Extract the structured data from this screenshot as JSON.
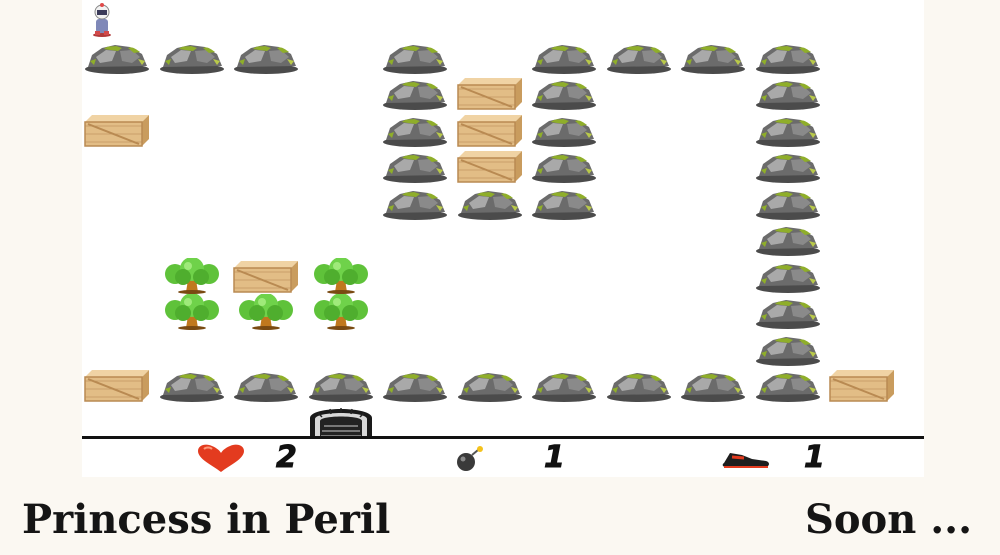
{
  "game": {
    "title": "Princess in Peril",
    "status": "Soon ..."
  },
  "hud": {
    "lives": "2",
    "bombs": "1",
    "speed": "1",
    "lives_icon": "heart-icon",
    "bombs_icon": "bomb-icon",
    "speed_icon": "shoe-icon"
  },
  "colors": {
    "heart": "#e33b1f",
    "rock": "#6b6b6b",
    "moss": "#8fae2a",
    "crate": "#e2bd86",
    "tree_leaf": "#5fc23a",
    "tree_trunk": "#c0781e"
  },
  "map": {
    "rows": [
      "P..........",
      "RRR.R.RRRR.",
      "....RCR..R.",
      "C...RCR..R.",
      "....RCR..R.",
      "....RRR..R.",
      ".........R.",
      ".TCT.....R.",
      ".TTT.....R.",
      ".........R.",
      "CRRRRRRRRRC",
      "...D......."
    ],
    "legend": {
      "R": "rock",
      "C": "crate",
      "T": "tree",
      "D": "door",
      "P": "player"
    }
  }
}
